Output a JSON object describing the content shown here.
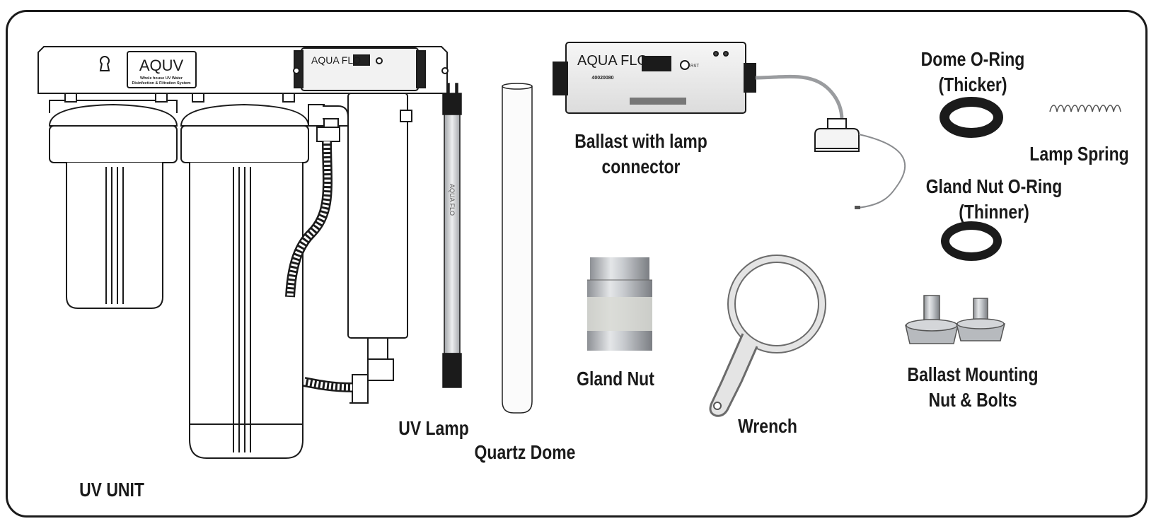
{
  "labels": {
    "uv_unit": "UV UNIT",
    "uv_lamp": "UV Lamp",
    "quartz_dome": "Quartz Dome",
    "ballast_line1": "Ballast with lamp",
    "ballast_line2": "connector",
    "gland_nut": "Gland Nut",
    "wrench": "Wrench",
    "dome_oring_line1": "Dome O-Ring",
    "dome_oring_line2": "(Thicker)",
    "lamp_spring": "Lamp Spring",
    "gland_oring_line1": "Gland Nut O-Ring",
    "gland_oring_line2": "(Thinner)",
    "mounting_line1": "Ballast Mounting",
    "mounting_line2": "Nut & Bolts"
  },
  "unit_branding": {
    "brand": "AQUV",
    "tagline_1": "Whole house UV Water",
    "tagline_2": "Disinfection & Filtration System",
    "ballast_brand": "AQUA FLO"
  },
  "ballast_branding": {
    "brand": "AQUA FLO",
    "model": "40020080",
    "rst": "RST"
  },
  "lamp_branding": {
    "brand": "AQUA FLO"
  },
  "colors": {
    "outline": "#1b1b1b",
    "label": "#1a1a1a",
    "metal": "#b9bcc0"
  }
}
